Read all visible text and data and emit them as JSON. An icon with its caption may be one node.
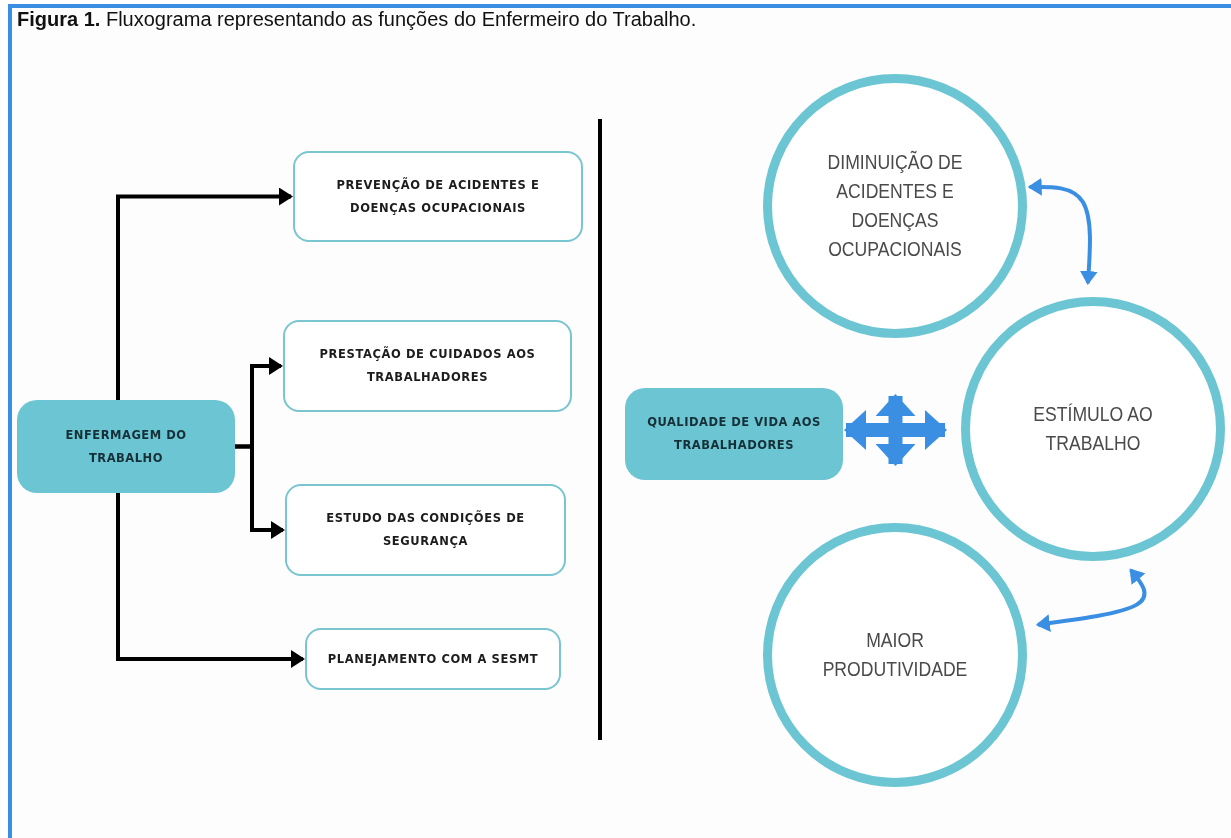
{
  "diagram": {
    "title": "**Figura 1.** Fluxograma representando as funções do Enfermeiro do Trabalho.",
    "nodes": [
      {
        "text": [
          "ENFERMAGEM DO TRABALHO"
        ]
      },
      {
        "text": [
          "PREVENÇÃO DE ACIDENTES E DOENÇAS OCUPACIONAIS"
        ]
      },
      {
        "text": [
          "PRESTAÇÃO DE CUIDADOS AOS TRABALHADORES"
        ]
      },
      {
        "text": [
          "ESTUDO DAS CONDIÇÕES DE SEGURANÇA"
        ]
      },
      {
        "text": [
          "PLANEJAMENTO COM A SESMT"
        ]
      },
      {
        "text": [
          "QUALIDADE DE VIDA AOS TRABALHADORES"
        ]
      },
      {
        "text": [
          "DIMINUIÇÃO DE ACIDENTES E DOENÇAS OCUPACIONAIS"
        ]
      },
      {
        "text": [
          "ESTÍMULO AO TRABALHO"
        ]
      },
      {
        "text": [
          "MAIOR PRODUTIVIDADE"
        ]
      }
    ],
    "edges": [
      {
        "from": 0,
        "to": 1,
        "arrow": "to"
      },
      {
        "from": 0,
        "to": 2,
        "arrow": "to"
      },
      {
        "from": 0,
        "to": 3,
        "arrow": "to"
      },
      {
        "from": 0,
        "to": 4,
        "arrow": "to"
      },
      {
        "from": 5,
        "to": 7,
        "arrow": "both",
        "style": "thick",
        "color": "#3a8fe3"
      },
      {
        "from": 6,
        "to": 7,
        "arrow": "both",
        "color": "#3a8fe3"
      },
      {
        "from": 7,
        "to": 8,
        "arrow": "both",
        "color": "#3a8fe3"
      }
    ]
  }
}
